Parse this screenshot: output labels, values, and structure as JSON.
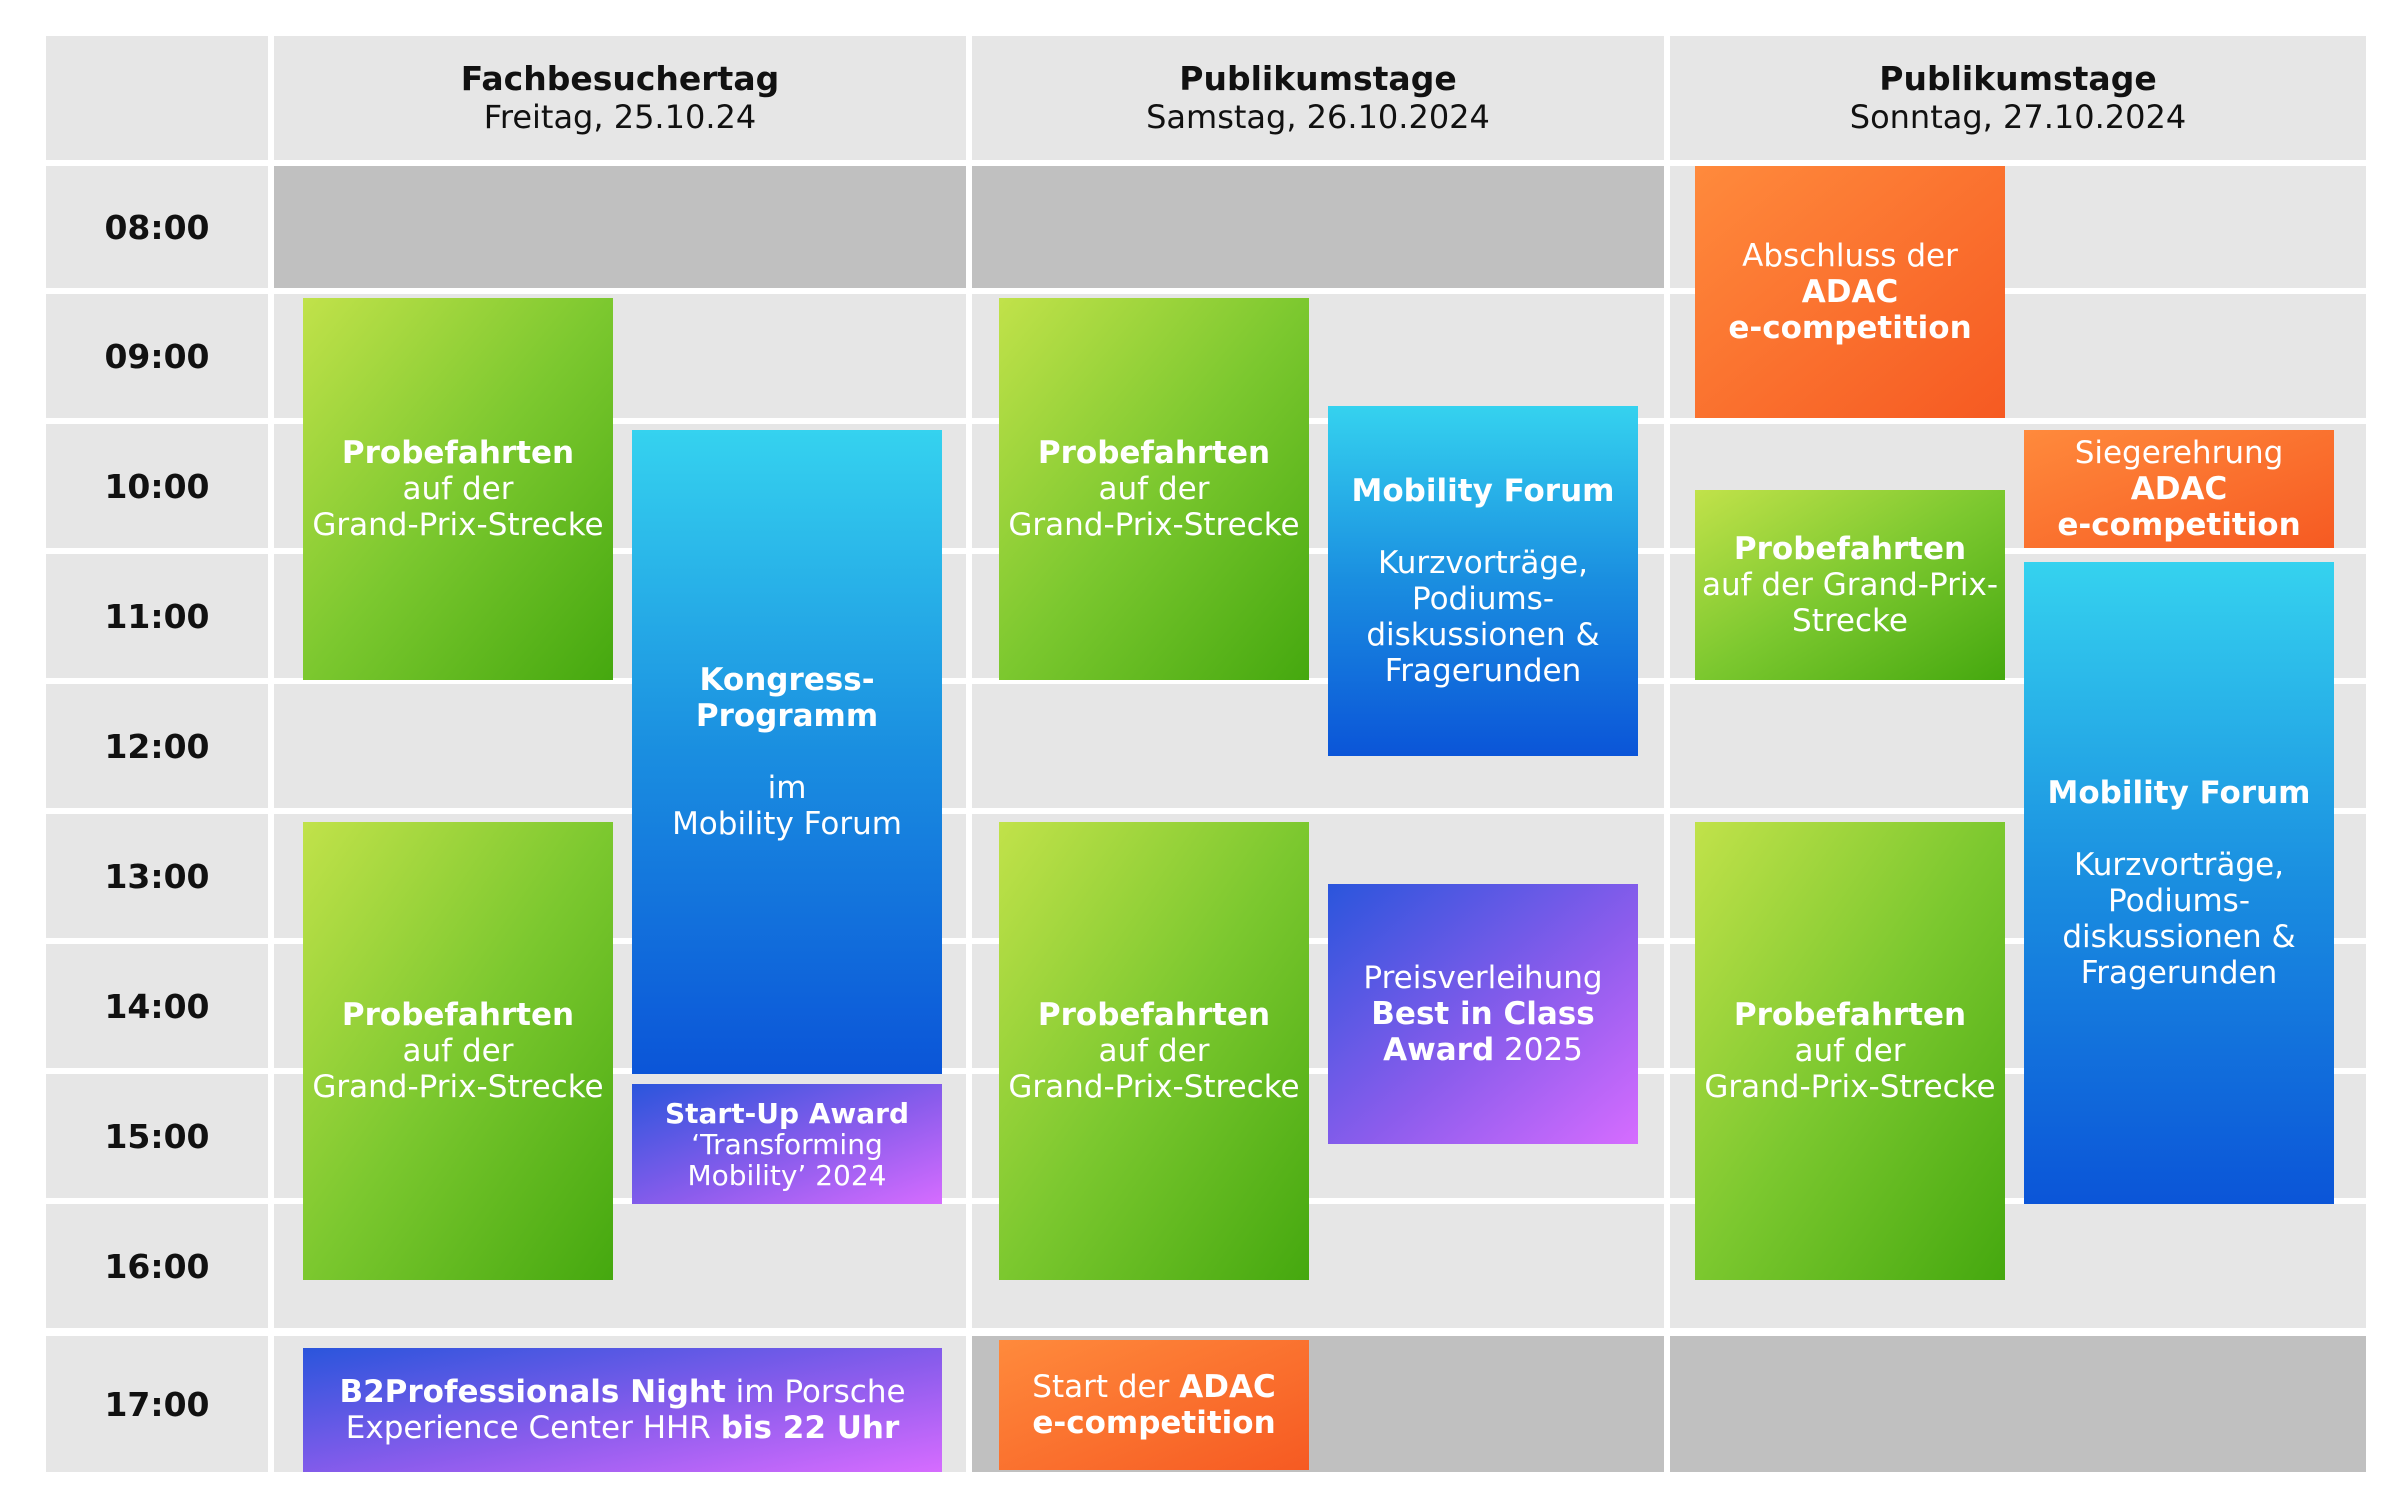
{
  "headers": [
    {
      "title": "Fachbesuchertag",
      "date": "Freitag, 25.10.24"
    },
    {
      "title": "Publikumstage",
      "date": "Samstag, 26.10.2024"
    },
    {
      "title": "Publikumstage",
      "date": "Sonntag, 27.10.2024"
    }
  ],
  "times": [
    "08:00",
    "09:00",
    "10:00",
    "11:00",
    "12:00",
    "13:00",
    "14:00",
    "15:00",
    "16:00",
    "17:00"
  ],
  "fri": {
    "drive_am": {
      "title": "Probefahrten",
      "l1": "auf der",
      "l2": "Grand-Prix-Strecke"
    },
    "drive_pm": {
      "title": "Probefahrten",
      "l1": "auf der",
      "l2": "Grand-Prix-Strecke"
    },
    "kongress": {
      "title1": "Kongress-",
      "title2": "Programm",
      "l1": "im",
      "l2": "Mobility Forum"
    },
    "startup": {
      "title": "Start-Up Award",
      "l1": "‘Transforming",
      "l2": "Mobility’ 2024"
    },
    "night": {
      "bold1": "B2Professionals Night",
      "text1": " im Porsche",
      "text2": "Experience Center HHR ",
      "bold2": "bis 22 Uhr"
    }
  },
  "sat": {
    "drive_am": {
      "title": "Probefahrten",
      "l1": "auf der",
      "l2": "Grand-Prix-Strecke"
    },
    "forum": {
      "title": "Mobility Forum",
      "l1": "Kurzvorträge,",
      "l2": "Podiums-",
      "l3": "diskussionen &",
      "l4": "Fragerunden"
    },
    "drive_pm": {
      "title": "Probefahrten",
      "l1": "auf der",
      "l2": "Grand-Prix-Strecke"
    },
    "award": {
      "l1": "Preisverleihung",
      "bold1": "Best in Class",
      "bold2": "Award",
      "text2": " 2025"
    },
    "start_adac": {
      "text1": "Start der ",
      "bold1": "ADAC",
      "bold2": "e-competition"
    }
  },
  "sun": {
    "abschluss": {
      "l1": "Abschluss der",
      "bold1": "ADAC",
      "bold2": "e-competition"
    },
    "sieger": {
      "l1": "Siegerehrung",
      "bold1": "ADAC",
      "bold2": "e-competition"
    },
    "drive_am": {
      "title": "Probefahrten",
      "l1": "auf der Grand-Prix-",
      "l2": "Strecke"
    },
    "forum": {
      "title": "Mobility Forum",
      "l1": "Kurzvorträge,",
      "l2": "Podiums-",
      "l3": "diskussionen &",
      "l4": "Fragerunden"
    },
    "drive_pm": {
      "title": "Probefahrten",
      "l1": "auf der",
      "l2": "Grand-Prix-Strecke"
    }
  },
  "colors": {
    "green": "#7cc82f",
    "blue": "#1a8ee0",
    "orange": "#f65a22",
    "purple": "#8a5cec",
    "row_bg": "#e6e6e6",
    "closed_bg": "#c0c0c0"
  }
}
